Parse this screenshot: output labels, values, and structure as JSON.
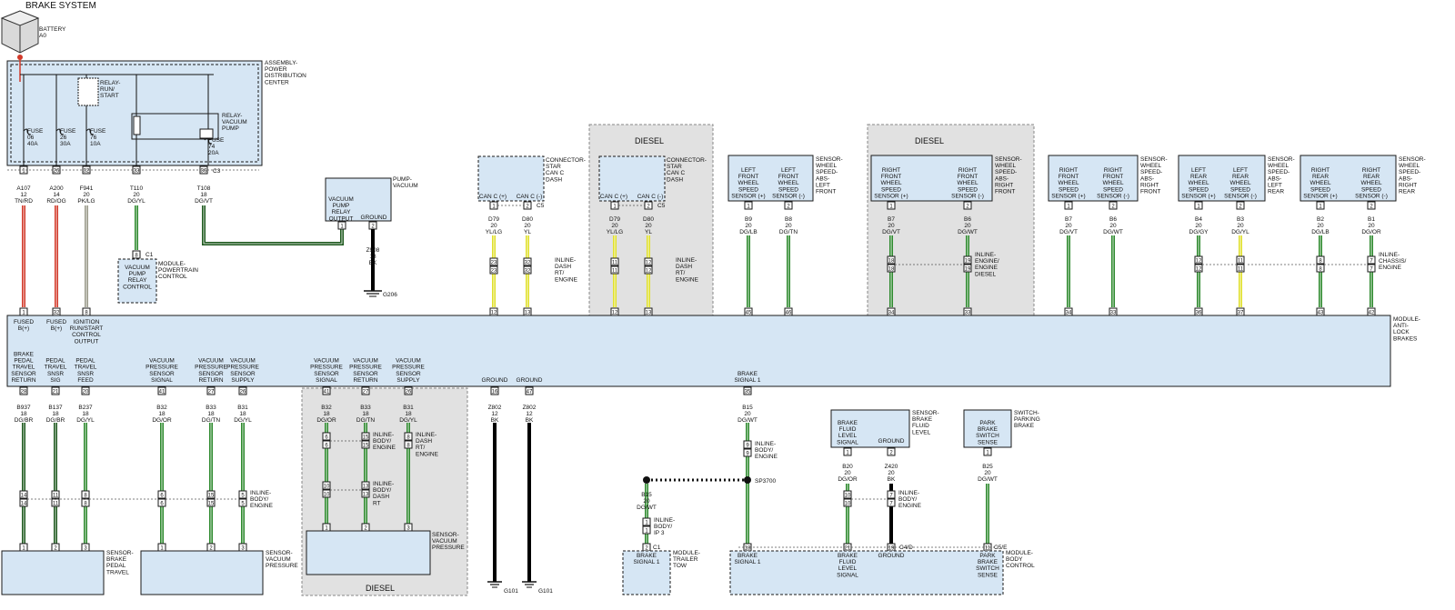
{
  "title": "BRAKE SYSTEM",
  "colors": {
    "module_fill": "#d6e6f4",
    "module_stroke": "#1a1a1a",
    "diesel_fill": "#e1e1e1",
    "wire_green": "#2e8a2e",
    "wire_darkgreen": "#1f5a1f",
    "wire_yellow": "#e0e02a",
    "wire_red": "#d23a2a",
    "wire_gray": "#9a9a8a",
    "wire_black": "#000000"
  },
  "battery": {
    "name": "BATTERY",
    "ref": "A0"
  },
  "pdc": {
    "label": [
      "ASSEMBLY-",
      "POWER",
      "DISTRIBUTION",
      "CENTER"
    ],
    "relay_run": [
      "RELAY-",
      "RUN/",
      "START"
    ],
    "relay_vac": [
      "RELAY-",
      "VACUUM",
      "PUMP"
    ],
    "fuses": [
      {
        "lines": [
          "FUSE",
          "06",
          "40A"
        ]
      },
      {
        "lines": [
          "FUSE",
          "26",
          "30A"
        ]
      },
      {
        "lines": [
          "FUSE",
          "76",
          "10A"
        ]
      },
      {
        "lines": [
          "FUSE",
          "74",
          "20A"
        ]
      }
    ],
    "connector": "C3",
    "pins": [
      "1",
      "26",
      "32",
      "33",
      "36"
    ]
  },
  "pump": {
    "name": [
      "PUMP-",
      "VACUUM"
    ],
    "out": [
      "VACUUM",
      "PUMP",
      "RELAY",
      "OUTPUT"
    ],
    "gnd": "GROUND",
    "pins": [
      "1",
      "2"
    ],
    "wire": [
      "Z908",
      "18",
      "BK"
    ],
    "ground": "G206"
  },
  "pcm": {
    "name": [
      "MODULE-",
      "POWERTRAIN",
      "CONTROL"
    ],
    "text": [
      "VACUUM",
      "PUMP",
      "RELAY",
      "CONTROL"
    ],
    "pin": "8",
    "conn": "C1"
  },
  "top_wires": [
    {
      "id": "A107",
      "lines": [
        "A107",
        "12",
        "TN/RD"
      ]
    },
    {
      "id": "A200",
      "lines": [
        "A200",
        "14",
        "RD/OG"
      ]
    },
    {
      "id": "F941",
      "lines": [
        "F941",
        "20",
        "PK/LG"
      ]
    },
    {
      "id": "T110",
      "lines": [
        "T110",
        "20",
        "DG/YL"
      ]
    },
    {
      "id": "T108",
      "lines": [
        "T108",
        "18",
        "DG/VT"
      ]
    }
  ],
  "star": [
    {
      "name": [
        "CONNECTOR-",
        "STAR",
        "CAN C",
        "DASH"
      ],
      "pin_labels": [
        "CAN C (+)",
        "CAN C (-)"
      ],
      "pins": [
        "1",
        "2"
      ],
      "conn": "C5",
      "wires": [
        [
          "D79",
          "20",
          "YL/LG"
        ],
        [
          "D80",
          "20",
          "YL"
        ]
      ],
      "inline_pins": [
        [
          "23",
          "23"
        ],
        [
          "32",
          "32"
        ]
      ],
      "inline_label": [
        "INLINE-",
        "DASH",
        "RT/",
        "ENGINE"
      ],
      "abs_pins": [
        "12",
        "13"
      ],
      "abs_labels": [
        "CAN C (+)",
        "CAN C (-)"
      ]
    },
    {
      "name": [
        "CONNECTOR-",
        "STAR",
        "CAN C",
        "DASH"
      ],
      "pin_labels": [
        "CAN C (+)",
        "CAN C (-)"
      ],
      "pins": [
        "1",
        "2"
      ],
      "conn": "C5",
      "wires": [
        [
          "D79",
          "20",
          "YL/LG"
        ],
        [
          "D80",
          "20",
          "YL"
        ]
      ],
      "inline_pins": [
        [
          "11",
          "11"
        ],
        [
          "12",
          "12"
        ]
      ],
      "inline_label": [
        "INLINE-",
        "DASH",
        "RT/",
        "ENGINE"
      ],
      "abs_pins": [
        "12",
        "13"
      ],
      "abs_labels": [
        "CAN C (+)",
        "CAN C (-)"
      ]
    }
  ],
  "diesel_label": "DIESEL",
  "sensors_top": [
    {
      "name": [
        "SENSOR-",
        "WHEEL",
        "SPEED-",
        "ABS-",
        "LEFT",
        "FRONT"
      ],
      "cells": [
        [
          "LEFT",
          "FRONT",
          "WHEEL",
          "SPEED",
          "SENSOR (+)"
        ],
        [
          "LEFT",
          "FRONT",
          "WHEEL",
          "SPEED",
          "SENSOR (-)"
        ]
      ],
      "pins": [
        "1",
        "2"
      ],
      "wires": [
        [
          "B9",
          "20",
          "DG/LB"
        ],
        [
          "B8",
          "20",
          "DG/TN"
        ]
      ],
      "inline": null,
      "abs_pins": [
        "45",
        "46"
      ],
      "abs_labels": [
        [
          "LEFT",
          "FRONT",
          "WHEEL",
          "SPEED",
          "SENSOR (+)"
        ],
        [
          "LEFT",
          "FRONT",
          "WHEEL",
          "SPEED",
          "SENSOR (-)"
        ]
      ]
    },
    {
      "name": [
        "SENSOR-",
        "WHEEL",
        "SPEED-",
        "ABS-",
        "RIGHT",
        "FRONT"
      ],
      "cells": [
        [
          "RIGHT",
          "FRONT",
          "WHEEL",
          "SPEED",
          "SENSOR (+)"
        ],
        [
          "RIGHT",
          "FRONT",
          "WHEEL",
          "SPEED",
          "SENSOR (-)"
        ]
      ],
      "pins": [
        "1",
        "2"
      ],
      "wires": [
        [
          "B7",
          "20",
          "DG/VT"
        ],
        [
          "B6",
          "20",
          "DG/WT"
        ]
      ],
      "inline": {
        "pins": [
          [
            "18",
            "18"
          ],
          [
            "19",
            "19"
          ]
        ],
        "label": [
          "INLINE-",
          "ENGINE/",
          "ENGINE",
          "DIESEL"
        ]
      },
      "abs_pins": [
        "34",
        "33"
      ],
      "abs_labels": [
        [
          "LEFT",
          "FRONT",
          "WHEEL",
          "SPEED",
          "SENSOR (+)"
        ],
        [
          "LEFT",
          "FRONT",
          "WHEEL",
          "SPEED",
          "SENSOR (-)"
        ]
      ]
    },
    {
      "name": [
        "SENSOR-",
        "WHEEL",
        "SPEED-",
        "ABS-",
        "RIGHT",
        "FRONT"
      ],
      "cells": [
        [
          "RIGHT",
          "FRONT",
          "WHEEL",
          "SPEED",
          "SENSOR (+)"
        ],
        [
          "RIGHT",
          "FRONT",
          "WHEEL",
          "SPEED",
          "SENSOR (-)"
        ]
      ],
      "pins": [
        "1",
        "2"
      ],
      "wires": [
        [
          "B7",
          "20",
          "DG/VT"
        ],
        [
          "B6",
          "20",
          "DG/WT"
        ]
      ],
      "inline": null,
      "abs_pins": [
        "34",
        "33"
      ],
      "abs_labels": [
        [
          "RIGHT",
          "FRONT",
          "WHEEL",
          "SPEED",
          "SENSOR (+)"
        ],
        [
          "RIGHT",
          "FRONT",
          "WHEEL",
          "SPEED",
          "SENSOR (-)"
        ]
      ]
    },
    {
      "name": [
        "SENSOR-",
        "WHEEL",
        "SPEED-",
        "ABS-",
        "LEFT",
        "REAR"
      ],
      "cells": [
        [
          "LEFT",
          "REAR",
          "WHEEL",
          "SPEED",
          "SENSOR (+)"
        ],
        [
          "LEFT",
          "REAR",
          "WHEEL",
          "SPEED",
          "SENSOR (-)"
        ]
      ],
      "pins": [
        "1",
        "2"
      ],
      "wires": [
        [
          "B4",
          "20",
          "DG/GY"
        ],
        [
          "B3",
          "20",
          "DG/YL"
        ]
      ],
      "inline": {
        "pins": [
          [
            "12",
            "12"
          ],
          [
            "11",
            "11"
          ]
        ],
        "label": []
      },
      "abs_pins": [
        "36",
        "37"
      ],
      "abs_labels": [
        [
          "LEFT",
          "REAR",
          "WHEEL",
          "SPEED",
          "SENSOR (+)"
        ],
        [
          "LEFT",
          "REAR",
          "WHEEL",
          "SPEED",
          "SENSOR (-)"
        ]
      ]
    },
    {
      "name": [
        "SENSOR-",
        "WHEEL",
        "SPEED-",
        "ABS-",
        "RIGHT",
        "REAR"
      ],
      "cells": [
        [
          "RIGHT",
          "REAR",
          "WHEEL",
          "SPEED",
          "SENSOR (+)"
        ],
        [
          "RIGHT",
          "REAR",
          "WHEEL",
          "SPEED",
          "SENSOR (-)"
        ]
      ],
      "pins": [
        "1",
        "2"
      ],
      "wires": [
        [
          "B2",
          "20",
          "DG/LB"
        ],
        [
          "B1",
          "20",
          "DG/OR"
        ]
      ],
      "inline": {
        "pins": [
          [
            "8",
            "8"
          ],
          [
            "7",
            "7"
          ]
        ],
        "label": [
          "INLINE-",
          "CHASSIS/",
          "ENGINE"
        ]
      },
      "abs_pins": [
        "43",
        "42"
      ],
      "abs_labels": [
        [
          "RIGHT",
          "REAR",
          "WHEEL",
          "SPEED",
          "SENSOR (+)"
        ],
        [
          "RIGHT",
          "REAR",
          "WHEEL",
          "SPEED",
          "SENSOR (-)"
        ]
      ]
    }
  ],
  "abs": {
    "name": [
      "MODULE-",
      "ANTI-",
      "LOCK",
      "BRAKES"
    ],
    "top_labels": [
      {
        "pin": "1",
        "lines": [
          "FUSED",
          "B(+)"
        ]
      },
      {
        "pin": "32",
        "lines": [
          "FUSED",
          "B(+)"
        ]
      },
      {
        "pin": "8",
        "lines": [
          "IGNITION",
          "RUN/START",
          "CONTROL",
          "OUTPUT"
        ]
      }
    ],
    "bottom": [
      {
        "pin": "28",
        "lines": [
          "BRAKE",
          "PEDAL",
          "TRAVEL",
          "SENSOR",
          "RETURN"
        ],
        "wire": [
          "B937",
          "18",
          "DG/BR"
        ]
      },
      {
        "pin": "21",
        "lines": [
          "PEDAL",
          "TRAVEL",
          "SNSR",
          "SIG"
        ],
        "wire": [
          "B137",
          "18",
          "DG/BR"
        ]
      },
      {
        "pin": "20",
        "lines": [
          "PEDAL",
          "TRAVEL",
          "SNSR",
          "FEED"
        ],
        "wire": [
          "B237",
          "18",
          "DG/YL"
        ]
      },
      {
        "pin": "41",
        "lines": [
          "VACUUM",
          "PRESSURE",
          "SENSOR",
          "SIGNAL"
        ],
        "wire": [
          "B32",
          "18",
          "DG/OR"
        ]
      },
      {
        "pin": "27",
        "lines": [
          "VACUUM",
          "PRESSURE",
          "SENSOR",
          "RETURN"
        ],
        "wire": [
          "B33",
          "18",
          "DG/TN"
        ]
      },
      {
        "pin": "26",
        "lines": [
          "VACUUM",
          "PRESSURE",
          "SENSOR",
          "SUPPLY"
        ],
        "wire": [
          "B31",
          "18",
          "DG/YL"
        ]
      },
      {
        "pin": "41",
        "lines": [
          "VACUUM",
          "PRESSURE",
          "SENSOR",
          "SIGNAL"
        ],
        "wire": [
          "B32",
          "18",
          "DG/OR"
        ]
      },
      {
        "pin": "27",
        "lines": [
          "VACUUM",
          "PRESSURE",
          "SENSOR",
          "RETURN"
        ],
        "wire": [
          "B33",
          "18",
          "DG/TN"
        ]
      },
      {
        "pin": "26",
        "lines": [
          "VACUUM",
          "PRESSURE",
          "SENSOR",
          "SUPPLY"
        ],
        "wire": [
          "B31",
          "18",
          "DG/YL"
        ]
      },
      {
        "pin": "16",
        "lines": [
          "GROUND"
        ],
        "wire": [
          "Z802",
          "12",
          "BK"
        ]
      },
      {
        "pin": "47",
        "lines": [
          "GROUND"
        ],
        "wire": [
          "Z802",
          "12",
          "BK"
        ]
      },
      {
        "pin": "35",
        "lines": [
          "BRAKE",
          "SIGNAL 1"
        ],
        "wire": [
          "B15",
          "20",
          "DG/WT"
        ]
      }
    ]
  },
  "pedal_sensor": {
    "name": [
      "SENSOR-",
      "BRAKE",
      "PEDAL",
      "TRAVEL"
    ],
    "cells": [
      [
        "BRAKE",
        "PEDAL",
        "TRAVEL",
        "SENSOR",
        "RETURN"
      ],
      [
        "PEDAL",
        "TRAVEL",
        "SNSR",
        "SIG"
      ],
      [
        "PEDAL",
        "TRAVEL",
        "SNSR",
        "FEED"
      ]
    ],
    "pins": [
      "1",
      "2",
      "3"
    ],
    "inline_pins": [
      [
        "14",
        "14"
      ],
      [
        "11",
        "11"
      ],
      [
        "8",
        "8"
      ]
    ]
  },
  "vac_sensor": {
    "name": [
      "SENSOR-",
      "VACUUM",
      "PRESSURE"
    ],
    "cells": [
      [
        "VACUUM",
        "PRESSURE",
        "SENSOR",
        "SIGNAL"
      ],
      [
        "VACUUM",
        "PRESSURE",
        "SENSOR",
        "RETURN"
      ],
      [
        "VACUUM",
        "PRESSURE",
        "SENSOR",
        "SUPPLY"
      ]
    ],
    "pins": [
      "1",
      "2",
      "3"
    ],
    "inline_pins": [
      [
        "6",
        "6"
      ],
      [
        "15",
        "15"
      ],
      [
        "5",
        "5"
      ]
    ],
    "inline_label": [
      "INLINE-",
      "BODY/",
      "ENGINE"
    ]
  },
  "vac_sensor_diesel": {
    "name": [
      "SENSOR-",
      "VACUUM",
      "PRESSURE"
    ],
    "cells": [
      [
        "VACUUM",
        "PRESSURE",
        "SENSOR",
        "SIGNAL"
      ],
      [
        "VACUUM",
        "PRESSURE",
        "SENSOR",
        "RETURN"
      ],
      [
        "VACUUM",
        "PRESSURE",
        "SENSOR",
        "SUPPLY"
      ]
    ],
    "pins": [
      "1",
      "2",
      "3"
    ],
    "inline1": {
      "pins": [
        [
          "6",
          "6"
        ],
        [
          "15",
          "15"
        ]
      ],
      "label": [
        "INLINE-",
        "BODY/",
        "ENGINE"
      ]
    },
    "inline1b": {
      "pins": [
        [
          "8",
          "8"
        ]
      ],
      "label": [
        "INLINE-",
        "DASH",
        "RT/",
        "ENGINE"
      ]
    },
    "inline2": {
      "pins": [
        [
          "10",
          "10"
        ],
        [
          "13",
          "13"
        ]
      ],
      "label": [
        "INLINE-",
        "BODY/",
        "DASH",
        "RT"
      ]
    }
  },
  "grounds": [
    "G101",
    "G101"
  ],
  "brake_signal": {
    "inline_pins": [
      "9",
      "9"
    ],
    "inline_label": [
      "INLINE-",
      "BODY/",
      "ENGINE"
    ],
    "splice": "SP3700",
    "bcm_pin": "18"
  },
  "trailer": {
    "name": [
      "MODULE-",
      "TRAILER",
      "TOW"
    ],
    "wire": [
      "B15",
      "20",
      "DG/WT"
    ],
    "inline_pins": [
      "1",
      "1"
    ],
    "inline_label": [
      "INLINE-",
      "BODY/",
      "IP 3"
    ],
    "pin": "2",
    "conn": "C1",
    "cell": [
      "BRAKE",
      "SIGNAL 1"
    ]
  },
  "fluid_sensor": {
    "name": [
      "SENSOR-",
      "BRAKE",
      "FLUID",
      "LEVEL"
    ],
    "cells": [
      [
        "BRAKE",
        "FLUID",
        "LEVEL",
        "SIGNAL"
      ],
      [
        "GROUND"
      ]
    ],
    "pins": [
      "1",
      "2"
    ],
    "wires": [
      [
        "B20",
        "20",
        "DG/OR"
      ],
      [
        "Z420",
        "20",
        "BK"
      ]
    ],
    "inline_pins": [
      [
        "10",
        "10"
      ],
      [
        "7",
        "7"
      ]
    ],
    "inline_label": [
      "INLINE-",
      "BODY/",
      "ENGINE"
    ],
    "bcm_pins": [
      "21",
      "19"
    ],
    "conn": "C4/D"
  },
  "park_switch": {
    "name": [
      "SWITCH-",
      "PARKING",
      "BRAKE"
    ],
    "cell": [
      "PARK",
      "BRAKE",
      "SWITCH",
      "SENSE"
    ],
    "pin": "1",
    "wire": [
      "B25",
      "20",
      "DG/WT"
    ],
    "bcm_pin": "11",
    "conn": "C5/E"
  },
  "bcm": {
    "name": [
      "MODULE-",
      "BODY",
      "CONTROL"
    ],
    "cells": [
      [
        "BRAKE",
        "SIGNAL 1"
      ],
      [
        "BRAKE",
        "FLUID",
        "LEVEL",
        "SIGNAL"
      ],
      [
        "GROUND"
      ],
      [
        "PARK",
        "BRAKE",
        "SWITCH",
        "SENSE"
      ]
    ]
  }
}
